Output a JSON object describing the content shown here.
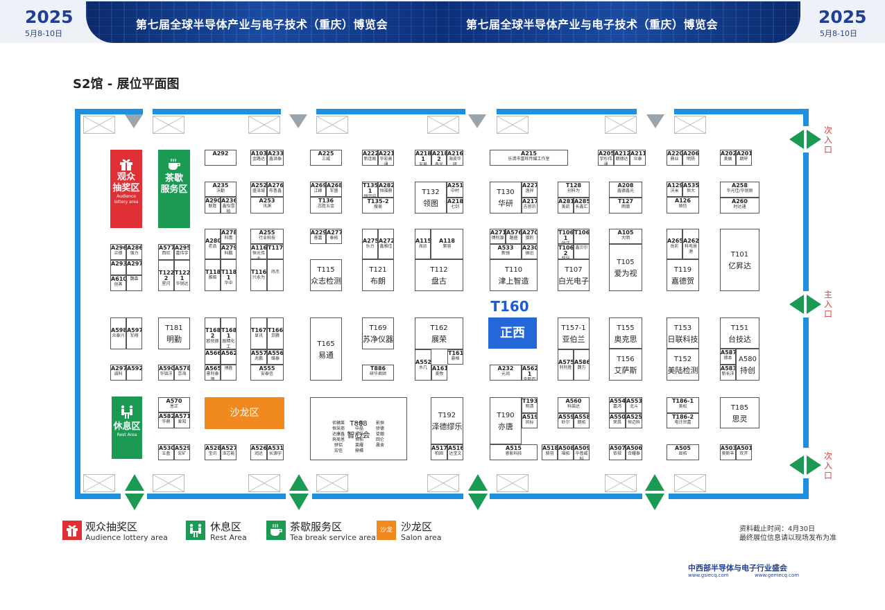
{
  "header": {
    "year": "2025",
    "dates": "5月8-10日",
    "expo_title": "第七届全球半导体产业与电子技术（重庆）博览会"
  },
  "page_title": "S2馆 - 展位平面图",
  "entrances": {
    "secondary": "次入口",
    "main": "主入口"
  },
  "zones": {
    "lottery": {
      "name_line1": "观众",
      "name_line2": "抽奖区",
      "en": "Audience lottery area"
    },
    "tea": {
      "name_line1": "茶歇",
      "name_line2": "服务区",
      "en": "Tea break service area"
    },
    "rest": {
      "name": "休息区",
      "en": "Rest Area"
    },
    "salon": {
      "name": "沙龙区"
    }
  },
  "featured": {
    "code": "T160",
    "name": "正西"
  },
  "booths": [
    {
      "code": "A292",
      "name": ""
    },
    {
      "code": "A103",
      "name": "金路达"
    },
    {
      "code": "A233",
      "name": "鑫洪泰"
    },
    {
      "code": "A225",
      "name": "三威"
    },
    {
      "code": "A222",
      "name": "新连刚"
    },
    {
      "code": "A221",
      "name": "华宏高通"
    },
    {
      "code": "A218-1",
      "name": "友易"
    },
    {
      "code": "A218-2",
      "name": "鑫光"
    },
    {
      "code": "A216",
      "name": "海皮华研"
    },
    {
      "code": "A215",
      "name": "乐清市富旺传媒工作室"
    },
    {
      "code": "A205",
      "name": "宇杉伟通"
    },
    {
      "code": "A212",
      "name": "朗德达"
    },
    {
      "code": "A211",
      "name": "众泰"
    },
    {
      "code": "A220",
      "name": "鼎业"
    },
    {
      "code": "A206",
      "name": "明扬"
    },
    {
      "code": "A202",
      "name": "美展"
    },
    {
      "code": "A201",
      "name": "朗轩"
    },
    {
      "code": "A235",
      "name": "沃勤"
    },
    {
      "code": "A290",
      "name": "联胜"
    },
    {
      "code": "A236",
      "name": "鑫怡雪柏"
    },
    {
      "code": "A252",
      "name": "盛泽城"
    },
    {
      "code": "A276",
      "name": "布鲁鑫"
    },
    {
      "code": "A253",
      "name": "讯渊"
    },
    {
      "code": "A269",
      "name": "江峰"
    },
    {
      "code": "A268",
      "name": "军盛"
    },
    {
      "code": "T136",
      "name": "志胜五金"
    },
    {
      "code": "T135-1",
      "name": "恒讯启"
    },
    {
      "code": "A282",
      "name": "恒福鼎"
    },
    {
      "code": "T135-2",
      "name": "搜易"
    },
    {
      "code": "T132",
      "name": "领图"
    },
    {
      "code": "A251",
      "name": "中村"
    },
    {
      "code": "A218",
      "name": "七剑"
    },
    {
      "code": "T130",
      "name": "华研"
    },
    {
      "code": "A227",
      "name": "逸祥"
    },
    {
      "code": "A217",
      "name": "吉恩讯"
    },
    {
      "code": "T128",
      "name": "创科为"
    },
    {
      "code": "A281",
      "name": "美凯"
    },
    {
      "code": "A285",
      "name": "长鑫汇"
    },
    {
      "code": "A208",
      "name": "鑫德鑫光"
    },
    {
      "code": "T127",
      "name": "雨瀚"
    },
    {
      "code": "A129",
      "name": "沃米"
    },
    {
      "code": "A535",
      "name": "恒大"
    },
    {
      "code": "A126",
      "name": "骑信"
    },
    {
      "code": "A258",
      "name": "华光佳/华锐原"
    },
    {
      "code": "A260",
      "name": "时达通"
    },
    {
      "code": "A280",
      "name": "老品"
    },
    {
      "code": "A278",
      "name": "科青"
    },
    {
      "code": "A279",
      "name": "科鹏"
    },
    {
      "code": "A255",
      "name": "行业科技"
    },
    {
      "code": "A116",
      "name": "恒光伟业"
    },
    {
      "code": "T117",
      "name": ""
    },
    {
      "code": "T118",
      "name": "雅皓"
    },
    {
      "code": "T118-1",
      "name": "华中"
    },
    {
      "code": "T116",
      "name": "兴永为"
    },
    {
      "code": "",
      "name": "纬杰"
    },
    {
      "code": "A229",
      "name": "睿嘉"
    },
    {
      "code": "A277",
      "name": "泰拓"
    },
    {
      "code": "A275",
      "name": "乐力"
    },
    {
      "code": "A272",
      "name": "鑫雅佳"
    },
    {
      "code": "A115",
      "name": "海派"
    },
    {
      "code": "A118",
      "name": "紫容"
    },
    {
      "code": "A271",
      "name": "博利源"
    },
    {
      "code": "A576",
      "name": "路盛"
    },
    {
      "code": "A270",
      "name": "猎豹"
    },
    {
      "code": "A533",
      "name": "新驰"
    },
    {
      "code": "A230",
      "name": "振迅"
    },
    {
      "code": "T106-1",
      "name": "创洋"
    },
    {
      "code": "T106",
      "name": ""
    },
    {
      "code": "T106-2",
      "name": "超导"
    },
    {
      "code": "",
      "name": "鑫贝尔"
    },
    {
      "code": "A105",
      "name": "大明"
    },
    {
      "code": "A265",
      "name": "岳彩"
    },
    {
      "code": "A262",
      "name": "科电慧港"
    },
    {
      "code": "A296",
      "name": "兰德"
    },
    {
      "code": "A286",
      "name": "强力"
    },
    {
      "code": "A293",
      "name": ""
    },
    {
      "code": "A297",
      "name": ""
    },
    {
      "code": "A610",
      "name": "创蒸"
    },
    {
      "code": "",
      "name": "魏森"
    },
    {
      "code": "A577",
      "name": "西尼"
    },
    {
      "code": "A295",
      "name": "嘉伟宇"
    },
    {
      "code": "T122-2",
      "name": "星闪"
    },
    {
      "code": "T122-1",
      "name": "华锐达"
    },
    {
      "code": "T115",
      "name": "众志检测"
    },
    {
      "code": "T121",
      "name": "布朗"
    },
    {
      "code": "T112",
      "name": "盘古"
    },
    {
      "code": "T110",
      "name": "津上智造"
    },
    {
      "code": "T107",
      "name": "白光电子"
    },
    {
      "code": "T105",
      "name": "爱为视"
    },
    {
      "code": "T119",
      "name": "嘉德贺"
    },
    {
      "code": "T101",
      "name": "亿昇达"
    },
    {
      "code": "A598",
      "name": "众泰兴"
    },
    {
      "code": "A597",
      "name": "军翔"
    },
    {
      "code": "T181",
      "name": "明勤"
    },
    {
      "code": "T168-2",
      "name": "欧依德"
    },
    {
      "code": "T168-1",
      "name": "励精化工"
    },
    {
      "code": "T167",
      "name": "显讯"
    },
    {
      "code": "T166",
      "name": "京腾"
    },
    {
      "code": "A566",
      "name": ""
    },
    {
      "code": "A562",
      "name": ""
    },
    {
      "code": "A565",
      "name": "豪利泰钢"
    },
    {
      "code": "",
      "name": "博胜"
    },
    {
      "code": "A557",
      "name": "兆鹏"
    },
    {
      "code": "A556",
      "name": "维泰"
    },
    {
      "code": "A555",
      "name": "安泰信"
    },
    {
      "code": "T165",
      "name": "易通"
    },
    {
      "code": "T169",
      "name": "苏净仪器"
    },
    {
      "code": "T886",
      "name": "研华君顾"
    },
    {
      "code": "T162",
      "name": "展荣"
    },
    {
      "code": "A552",
      "name": "水几"
    },
    {
      "code": "T161",
      "name": "悬格"
    },
    {
      "code": "A161",
      "name": "美牧"
    },
    {
      "code": "A232",
      "name": "元润"
    },
    {
      "code": "A562-1",
      "name": "金斯石"
    },
    {
      "code": "T157-1",
      "name": "亚伯兰"
    },
    {
      "code": "A575",
      "name": "利利胜"
    },
    {
      "code": "A586",
      "name": "魏方"
    },
    {
      "code": "T155",
      "name": "奥克思"
    },
    {
      "code": "T156",
      "name": "艾萨斯"
    },
    {
      "code": "T153",
      "name": "日联科技"
    },
    {
      "code": "T152",
      "name": "美陆检测"
    },
    {
      "code": "T151",
      "name": "台技达"
    },
    {
      "code": "A587",
      "name": "德本"
    },
    {
      "code": "A580",
      "name": "持创"
    },
    {
      "code": "A583",
      "name": "新长洋"
    },
    {
      "code": "A297",
      "name": "诚科"
    },
    {
      "code": "A592",
      "name": ""
    },
    {
      "code": "A590",
      "name": "华铭洋"
    },
    {
      "code": "A578",
      "name": "京海"
    },
    {
      "code": "A570",
      "name": "恩正"
    },
    {
      "code": "A582",
      "name": "华鼎"
    },
    {
      "code": "A571",
      "name": "爱知"
    },
    {
      "code": "A530",
      "name": "五盈"
    },
    {
      "code": "A529",
      "name": "宏矿"
    },
    {
      "code": "A528",
      "name": "宝讯"
    },
    {
      "code": "A527",
      "name": "泽芯能"
    },
    {
      "code": "A526",
      "name": "润达"
    },
    {
      "code": "A531",
      "name": "长源宇"
    },
    {
      "code": "T888",
      "name": "智心会"
    },
    {
      "code": "T192",
      "name": "泽德缪乐"
    },
    {
      "code": "A517",
      "name": "柏固"
    },
    {
      "code": "A516",
      "name": "达宝文"
    },
    {
      "code": "T190",
      "name": "亦唐"
    },
    {
      "code": "T193",
      "name": "明清"
    },
    {
      "code": "A519",
      "name": "凤标"
    },
    {
      "code": "A515",
      "name": "睿影科技"
    },
    {
      "code": "A560",
      "name": "科諾达"
    },
    {
      "code": "A559",
      "name": "砂尔"
    },
    {
      "code": "A558",
      "name": "朗拓"
    },
    {
      "code": "A518",
      "name": "骑羽"
    },
    {
      "code": "A508",
      "name": "福拓"
    },
    {
      "code": "A509",
      "name": "华普威科"
    },
    {
      "code": "A554",
      "name": "嘉鸿"
    },
    {
      "code": "A553",
      "name": "北斗"
    },
    {
      "code": "A550",
      "name": "荣昌"
    },
    {
      "code": "A525",
      "name": "恒迈科"
    },
    {
      "code": "A507",
      "name": "依禄"
    },
    {
      "code": "A506",
      "name": "合耀泰"
    },
    {
      "code": "T186-1",
      "name": "美松"
    },
    {
      "code": "T186-2",
      "name": "电计世嘉"
    },
    {
      "code": "A505",
      "name": "显拓"
    },
    {
      "code": "T185",
      "name": "思灵"
    },
    {
      "code": "A503",
      "name": "奥斯丰"
    },
    {
      "code": "A501",
      "name": "欢开"
    }
  ],
  "t888_sub": [
    "侦辕莱",
    "一数",
    "影恒",
    "恒采商",
    "中晶",
    "骄德",
    "达康鑫",
    "拓孚",
    "徒翰",
    "奔周恩",
    "恒拓",
    "回仑",
    "骅铝",
    "莱耀",
    "晨舍",
    "宏信",
    "鼎橘"
  ],
  "legend": {
    "lottery": {
      "cn": "观众抽奖区",
      "en": "Audience lottery area"
    },
    "rest": {
      "cn": "休息区",
      "en": "Rest Area"
    },
    "tea": {
      "cn": "茶歇服务区",
      "en": "Tea break service area"
    },
    "salon": {
      "cn": "沙龙区",
      "en": "Salon area",
      "badge": "沙龙"
    }
  },
  "notes": {
    "deadline": "资料截止时间：4月30日",
    "final": "最终展位信息请以现场发布为准"
  },
  "footer": {
    "org": "中西部半导体与电子行业盛会",
    "site1": "www.gsiecq.com",
    "site2": "www.gemecq.com"
  },
  "colors": {
    "wall": "#1f8fe0",
    "entrance": "#1a9a52",
    "lottery": "#e03036",
    "tea_rest": "#1a9a52",
    "salon": "#f0891e",
    "featured": "#2367d8",
    "banner": "#0d2f7a"
  }
}
